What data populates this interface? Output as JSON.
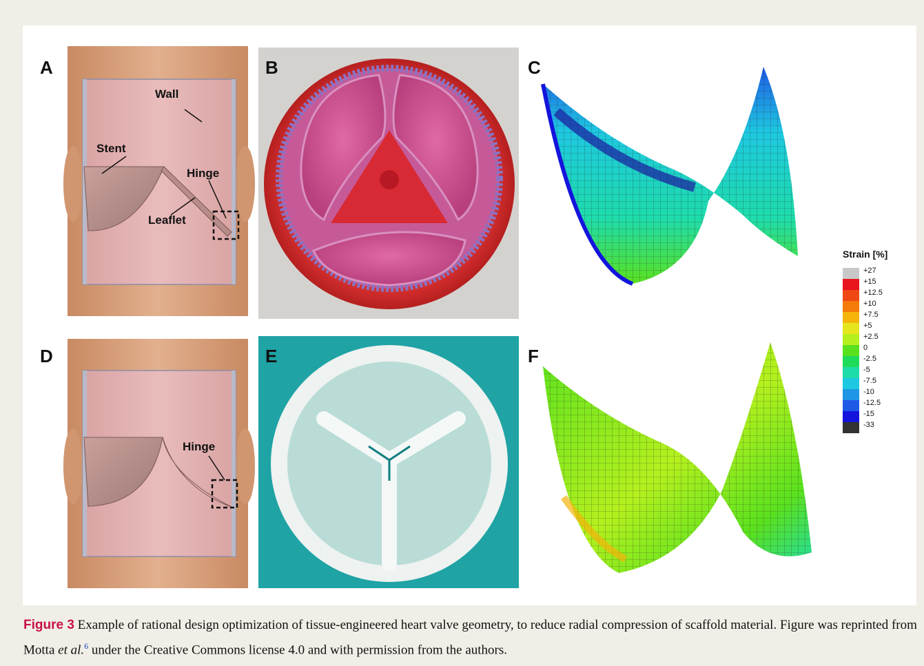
{
  "panels": {
    "a": {
      "letter": "A",
      "labels": {
        "wall": "Wall",
        "stent": "Stent",
        "hinge": "Hinge",
        "leaflet": "Leaflet"
      }
    },
    "b": {
      "letter": "B"
    },
    "c": {
      "letter": "C"
    },
    "d": {
      "letter": "D",
      "labels": {
        "hinge": "Hinge"
      }
    },
    "e": {
      "letter": "E"
    },
    "f": {
      "letter": "F"
    }
  },
  "legend": {
    "title": "Strain [%]",
    "ticks": [
      "+27",
      "+15",
      "+12.5",
      "+10",
      "+7.5",
      "+5",
      "+2.5",
      "0",
      "-2.5",
      "-5",
      "-7.5",
      "-10",
      "-12.5",
      "-15",
      "-33"
    ],
    "colors": [
      "#c8c8c8",
      "#e8141e",
      "#f04814",
      "#f57a0a",
      "#f5b40a",
      "#e6e61e",
      "#b4f01e",
      "#5ae11e",
      "#1edc5a",
      "#1edcaa",
      "#1ec8e1",
      "#1e96e6",
      "#1e5ae6",
      "#1414dc",
      "#323232"
    ]
  },
  "caption": {
    "label": "Figure 3",
    "text_1": "Example of rational design optimization of tissue-engineered heart valve geometry, to reduce radial compression of scaffold material. Figure was reprinted from Motta ",
    "et_al": "et al.",
    "ref": "6",
    "text_2": " under the Creative Commons license 4.0 and with permission from the authors."
  },
  "colors": {
    "caption_label": "#c8104a",
    "tube": "#d9a27e",
    "lumen": "#e2aeac",
    "red_base": "#d92a2a",
    "teal_bg": "#1fa3a5"
  }
}
